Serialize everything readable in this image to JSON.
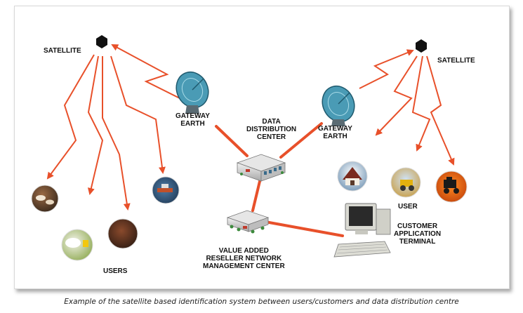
{
  "labels": {
    "satellite_left": "SATELLITE",
    "satellite_right": "SATELLITE",
    "gateway_left": "GATEWAY\nEARTH",
    "gateway_right": "GATEWAY\nEARTH",
    "data_center": "DATA\nDISTRIBUTION\nCENTER",
    "var_center": "VALUE ADDED\nRESELLER NETWORK\nMANAGEMENT CENTER",
    "users": "USERS",
    "user": "USER",
    "terminal": "CUSTOMER\nAPPLICATION\nTERMINAL"
  },
  "caption": "Example of the satellite based identification system between users/customers and data distribution centre",
  "colors": {
    "signal": "#e8502a",
    "satellite": "#111111",
    "dish": "#3e8fa8"
  },
  "icons": {
    "satellite": "satellite-icon",
    "gateway": "satellite-dish-icon",
    "data_center": "building-icon",
    "terminal": "computer-terminal-icon",
    "users": [
      "cattle-photo",
      "sheep-photo",
      "bull-photo",
      "ship-photo"
    ],
    "customer": [
      "barn-photo",
      "tractor-photo",
      "harvester-photo"
    ]
  }
}
